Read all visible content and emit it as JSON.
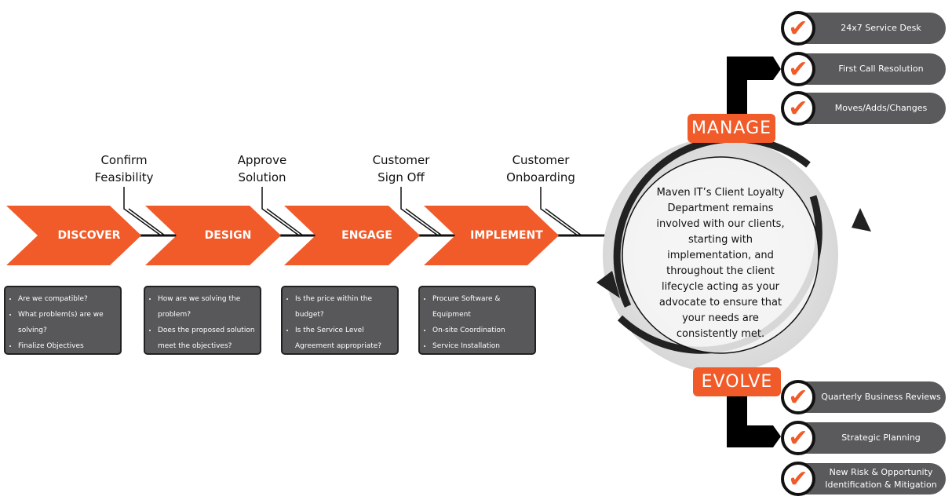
{
  "colors": {
    "accent": "#f15a29",
    "box": "#58585a"
  },
  "milestones": [
    {
      "line1": "Confirm",
      "line2": "Feasibility"
    },
    {
      "line1": "Approve",
      "line2": "Solution"
    },
    {
      "line1": "Customer",
      "line2": "Sign Off"
    },
    {
      "line1": "Customer",
      "line2": "Onboarding"
    }
  ],
  "stages": [
    {
      "label": "DISCOVER",
      "bullets": [
        "Are we compatible?",
        "What problem(s) are we solving?",
        "Finalize Objectives"
      ]
    },
    {
      "label": "DESIGN",
      "bullets": [
        "How are we solving the problem?",
        "Does the proposed solution meet the objectives?"
      ]
    },
    {
      "label": "ENGAGE",
      "bullets": [
        "Is the price within the budget?",
        "Is the Service Level Agreement appropriate?"
      ]
    },
    {
      "label": "IMPLEMENT",
      "bullets": [
        "Procure Software & Equipment",
        "On-site Coordination",
        "Service Installation"
      ]
    }
  ],
  "cycle": {
    "manage": "MANAGE",
    "evolve": "EVOLVE",
    "text": "Maven IT’s Client Loyalty Department remains involved with our clients, starting with implementation, and throughout the client lifecycle acting as your advocate to ensure that your needs are consistently met."
  },
  "manage_items": [
    "24x7 Service Desk",
    "First Call Resolution",
    "Moves/Adds/Changes"
  ],
  "evolve_items": [
    "Quarterly Business Reviews",
    "Strategic Planning",
    "New Risk & Opportunity Identification & Mitigation"
  ],
  "icons": {
    "check": "check-icon"
  }
}
